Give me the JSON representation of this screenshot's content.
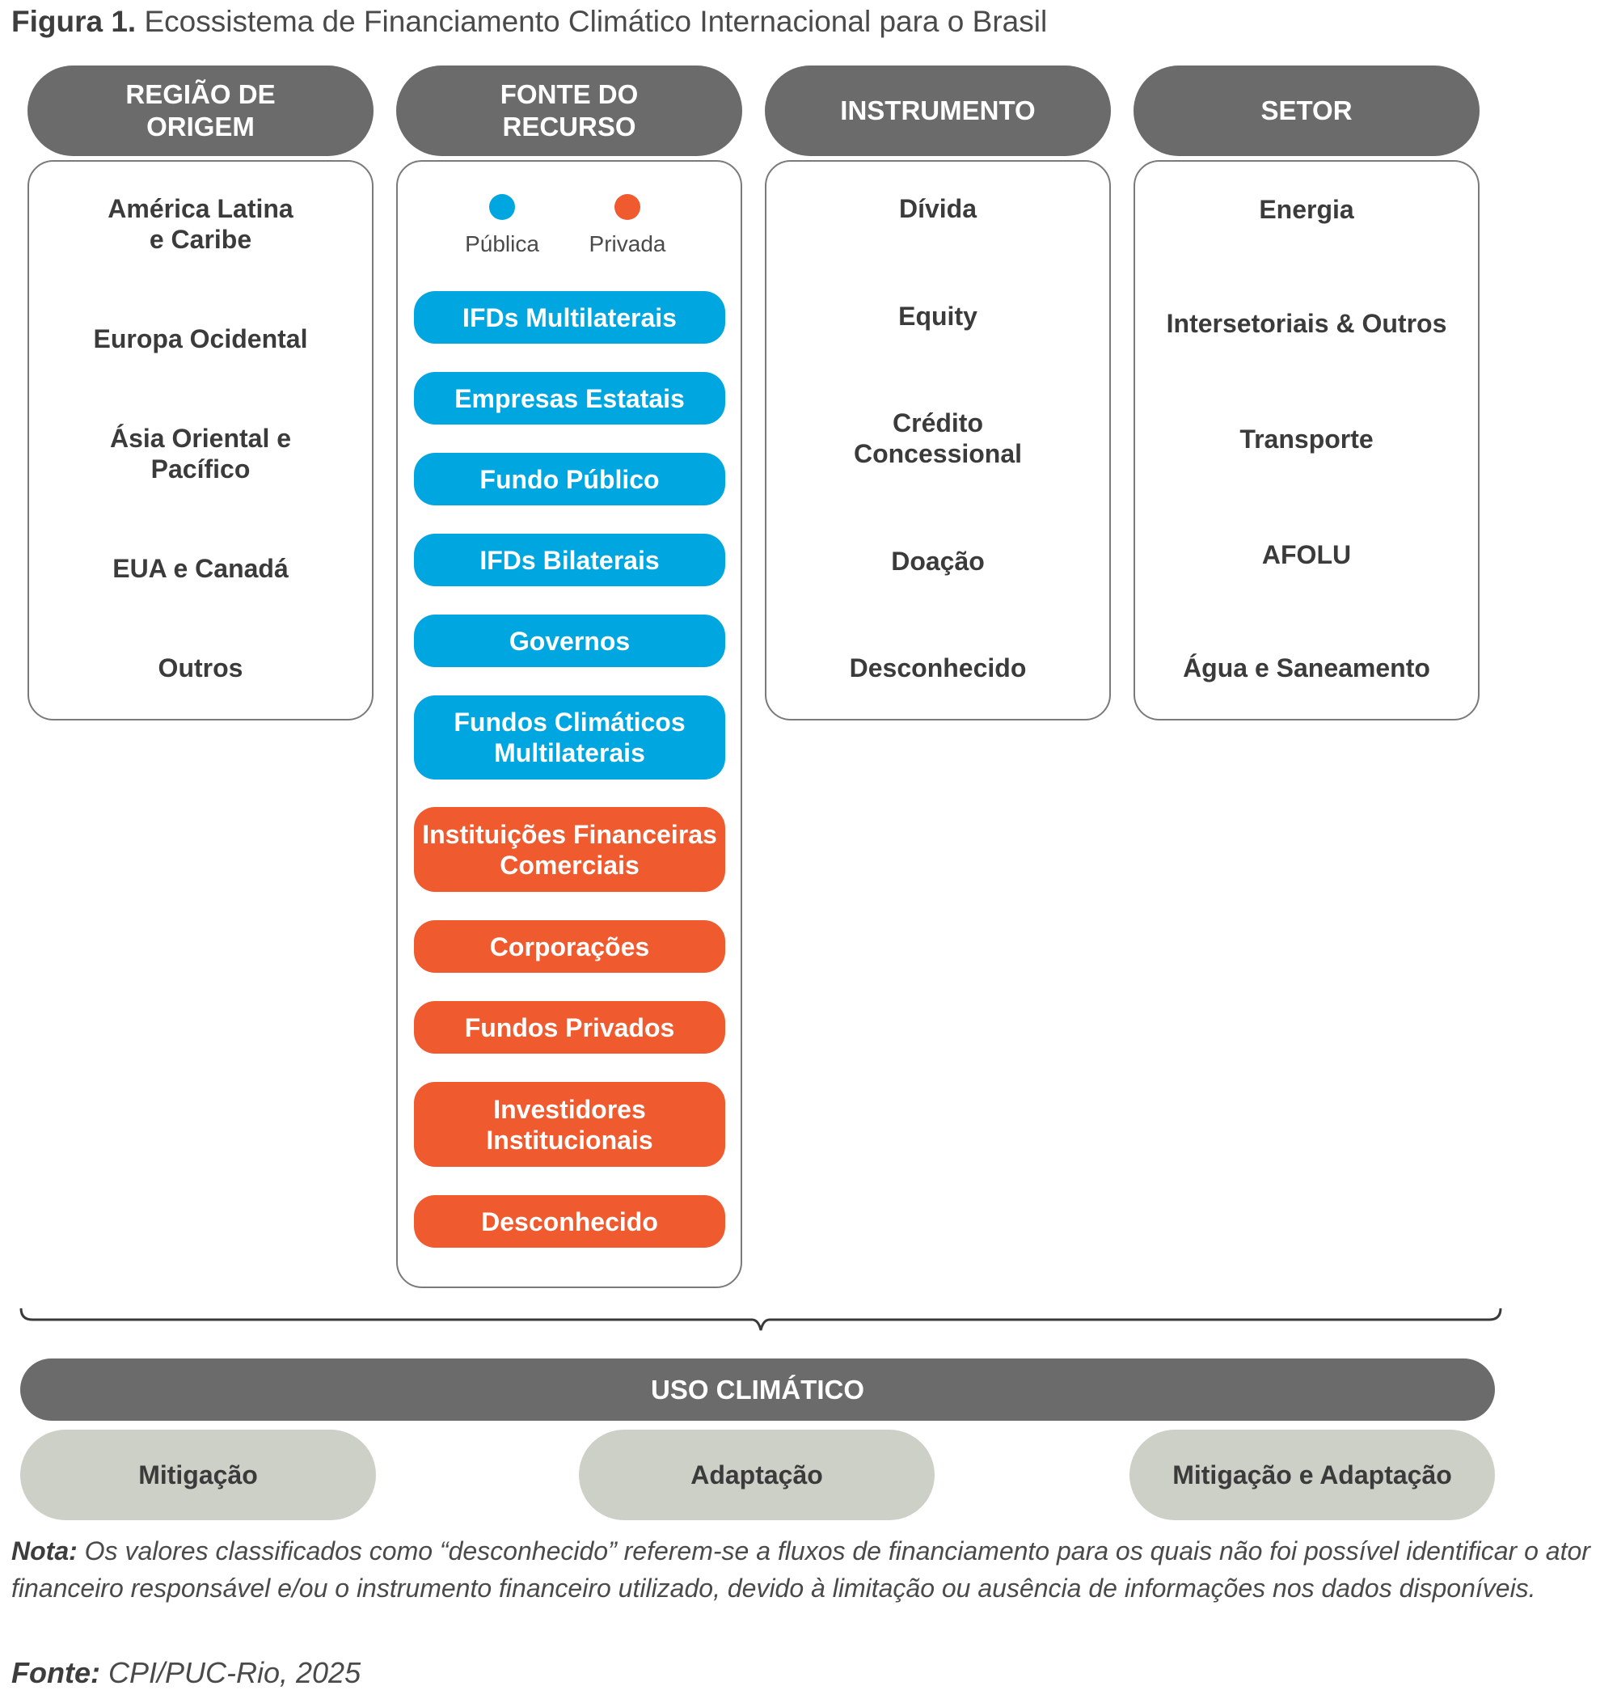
{
  "figure": {
    "label": "Figura 1.",
    "title": "Ecossistema de Financiamento Climático Internacional para o Brasil"
  },
  "columns": {
    "regiao": {
      "header_line1": "REGIÃO DE",
      "header_line2": "ORIGEM",
      "items": [
        "América Latina",
        "e Caribe",
        "Europa Ocidental",
        "Ásia Oriental e",
        "Pacífico",
        "EUA e Canadá",
        "Outros"
      ]
    },
    "fonte": {
      "header_line1": "FONTE DO",
      "header_line2": "RECURSO",
      "legend": [
        {
          "label": "Pública",
          "color": "#00a6e0"
        },
        {
          "label": "Privada",
          "color": "#ef5a2f"
        }
      ],
      "public_items": [
        "IFDs Multilaterais",
        "Empresas Estatais",
        "Fundo Público",
        "IFDs Bilaterais",
        "Governos",
        "Fundos Climáticos",
        "Multilaterais"
      ],
      "private_items": [
        "Instituições Financeiras",
        "Comerciais",
        "Corporações",
        "Fundos Privados",
        "Investidores",
        "Institucionais",
        "Desconhecido"
      ]
    },
    "instrumento": {
      "header": "INSTRUMENTO",
      "items": [
        "Dívida",
        "Equity",
        "Crédito",
        "Concessional",
        "Doação",
        "Desconhecido"
      ]
    },
    "setor": {
      "header": "SETOR",
      "items": [
        "Energia",
        "Intersetoriais & Outros",
        "Transporte",
        "AFOLU",
        "Água e Saneamento"
      ]
    }
  },
  "uso": {
    "header": "USO CLIMÁTICO",
    "items": [
      "Mitigação",
      "Adaptação",
      "Mitigação e Adaptação"
    ]
  },
  "note": {
    "label": "Nota:",
    "text": " Os valores classificados como “desconhecido” referem-se a fluxos de financiamento para os quais não foi possível identificar o ator financeiro responsável e/ou o instrumento financeiro utilizado, devido à limitação ou ausência de informações nos dados disponíveis."
  },
  "source": {
    "label": "Fonte:",
    "text": " CPI/PUC-Rio, 2025"
  },
  "colors": {
    "header_gray": "#6b6b6b",
    "public_blue": "#00a6e0",
    "private_orange": "#ef5a2f",
    "use_pill": "#ccd0c6"
  }
}
